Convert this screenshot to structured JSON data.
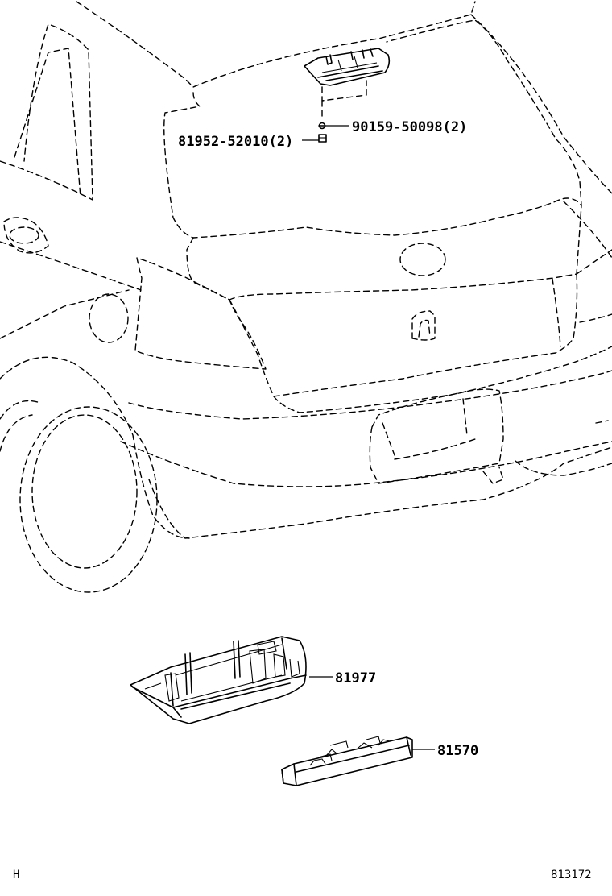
{
  "callouts": {
    "bolt": "90159-50098(2)",
    "clip": "81952-52010(2)",
    "cover": "81977",
    "lamp": "81570"
  },
  "footer": {
    "left_code": "H",
    "right_code": "813172"
  }
}
